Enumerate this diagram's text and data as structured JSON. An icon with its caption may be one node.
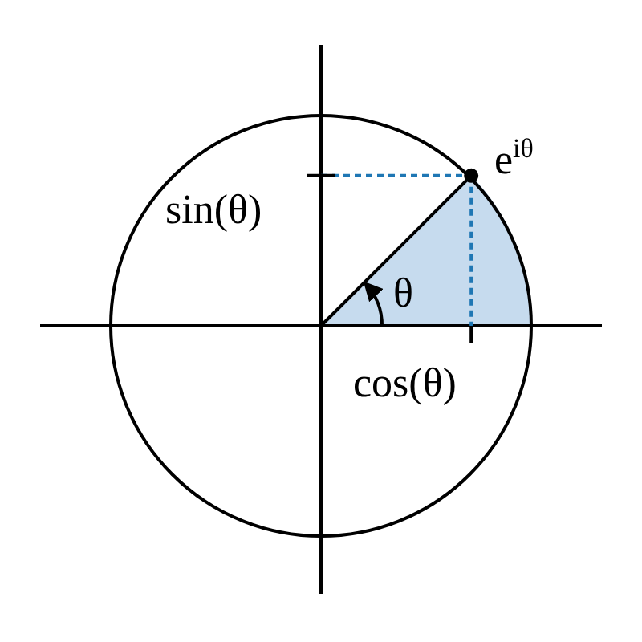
{
  "diagram": {
    "labels": [
      "e$^{iθ}$",
      "sin(θ)",
      "θ",
      "cos(θ)"
    ]
  }
}
